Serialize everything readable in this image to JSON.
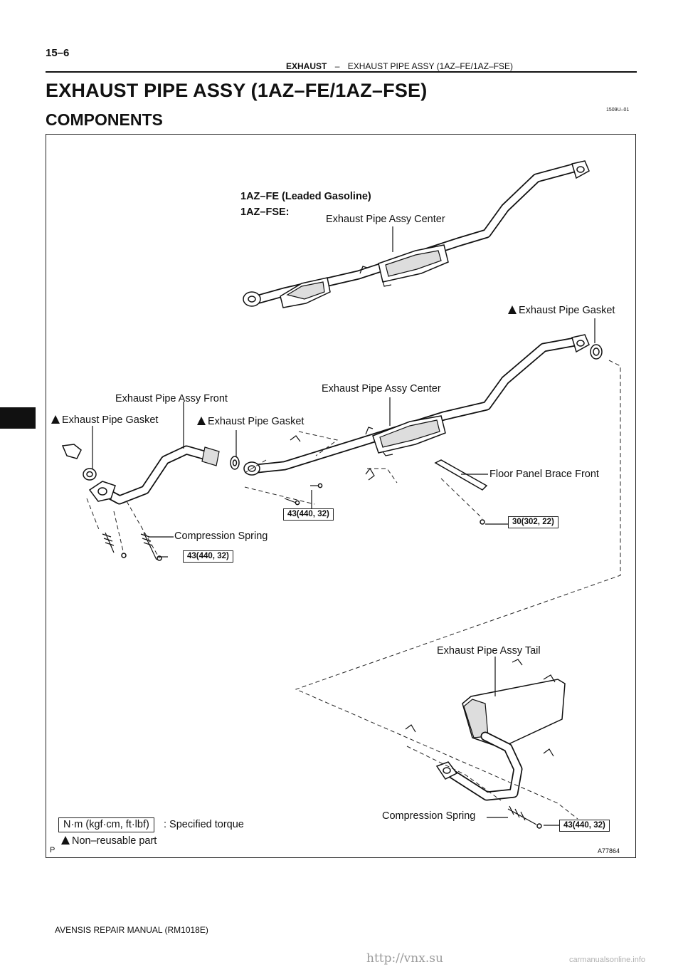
{
  "header": {
    "page_number": "15–6",
    "section": "EXHAUST",
    "separator": "–",
    "subsection": "EXHAUST PIPE ASSY (1AZ–FE/1AZ–FSE)"
  },
  "title": "EXHAUST PIPE ASSY (1AZ–FE/1AZ–FSE)",
  "doc_code": "1509U–01",
  "section_title": "COMPONENTS",
  "diagram": {
    "variant_line1": "1AZ–FE (Leaded Gasoline)",
    "variant_line2": "1AZ–FSE:",
    "labels": {
      "center_top": "Exhaust Pipe Assy Center",
      "gasket_right": "Exhaust Pipe Gasket",
      "center_mid": "Exhaust Pipe Assy Center",
      "front": "Exhaust Pipe Assy Front",
      "gasket_left": "Exhaust Pipe Gasket",
      "gasket_mid": "Exhaust Pipe Gasket",
      "floor_brace": "Floor Panel Brace Front",
      "spring_front": "Compression Spring",
      "tail": "Exhaust Pipe Assy Tail",
      "spring_rear": "Compression Spring"
    },
    "torques": {
      "center_bolt": "43(440, 32)",
      "brace_bolt": "30(302, 22)",
      "front_bolt": "43(440, 32)",
      "rear_bolt": "43(440, 32)"
    },
    "legend": {
      "unit_box": "N·m (kgf·cm, ft·lbf)",
      "unit_text": ": Specified torque",
      "nonreusable": "Non–reusable part"
    },
    "corner_left": "P",
    "figure_code": "A77864"
  },
  "footer": "AVENSIS REPAIR MANUAL   (RM1018E)",
  "watermark": "http://vnx.su",
  "site": "carmanualsonline.info"
}
